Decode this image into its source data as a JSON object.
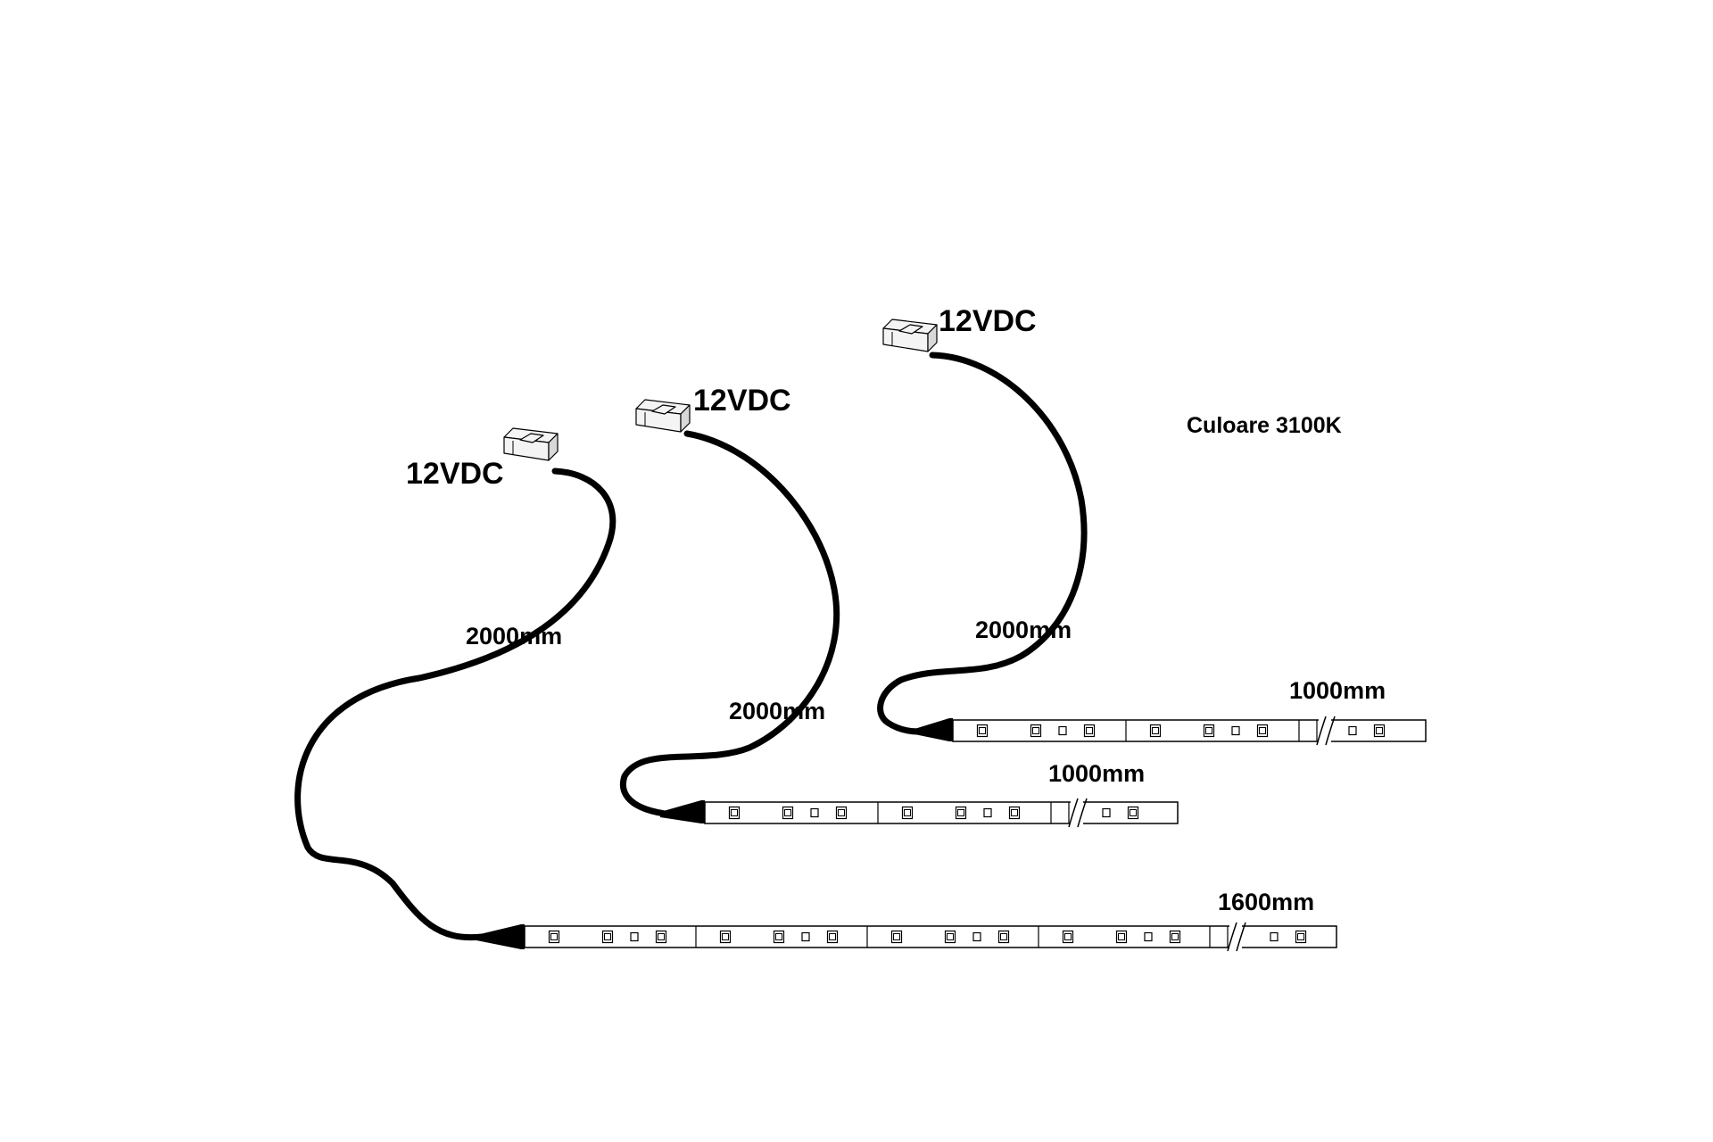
{
  "diagram": {
    "color_label": "Culoare 3100K",
    "strips": [
      {
        "id": "strip-1",
        "voltage": "12VDC",
        "cable_length": "2000mm",
        "strip_length": "1600mm",
        "segments": 4
      },
      {
        "id": "strip-2",
        "voltage": "12VDC",
        "cable_length": "2000mm",
        "strip_length": "1000mm",
        "segments": 2
      },
      {
        "id": "strip-3",
        "voltage": "12VDC",
        "cable_length": "2000mm",
        "strip_length": "1000mm",
        "segments": 2
      }
    ]
  },
  "icons": [
    "connector-plug-icon",
    "led-chip-icon",
    "cable-boot-icon",
    "cut-mark-icon"
  ],
  "colors": {
    "line": "#000000",
    "background": "#ffffff",
    "connector_fill": "#f4f4f4"
  }
}
